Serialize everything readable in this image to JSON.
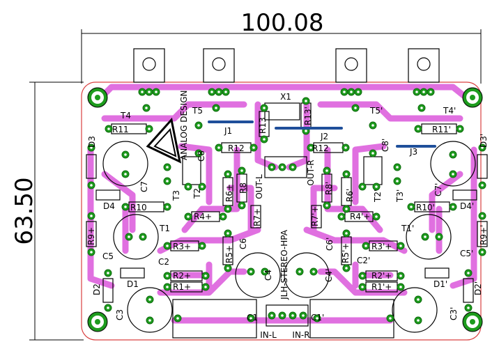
{
  "dimensions": {
    "width_label": "100.08",
    "height_label": "63.50"
  },
  "board": {
    "title": "JLH-STEREO-HPA",
    "logo_text": "ANALOG DESIGN",
    "jumper": "X1",
    "connectors": {
      "out_left": "OUT-L",
      "out_right": "OUT-R",
      "in_left": "IN-L",
      "in_right": "IN-R"
    }
  },
  "colors": {
    "trace": "#e070e0",
    "pad": "#1d9b1d",
    "jumper_wire": "#1f4f9a",
    "outline": "#d94040"
  },
  "components_left": [
    "T4",
    "T5",
    "J1",
    "R11",
    "C8",
    "R12",
    "R13",
    "D3",
    "C7",
    "T3",
    "T2",
    "R6+",
    "R8",
    "D4",
    "R10",
    "R4+",
    "R7+",
    "T1",
    "R9+",
    "C5",
    "R3+",
    "C6",
    "R5+",
    "C2",
    "R2+",
    "D2",
    "D1",
    "R1+",
    "C4",
    "C3",
    "C1"
  ],
  "components_right": [
    "R13'",
    "J2",
    "T5'",
    "T4'",
    "R11'",
    "D3'",
    "C8'",
    "J3",
    "R12",
    "T2'",
    "T3'",
    "C7'",
    "R8'",
    "R6'",
    "D4'",
    "R10'",
    "R7'+",
    "R4'+",
    "T1'",
    "R9+'",
    "C6'",
    "R3'+",
    "C5'",
    "R5'+",
    "C2'",
    "R2'+",
    "C4'",
    "D1'",
    "R1'+",
    "D2'",
    "C3'",
    "C1'"
  ]
}
